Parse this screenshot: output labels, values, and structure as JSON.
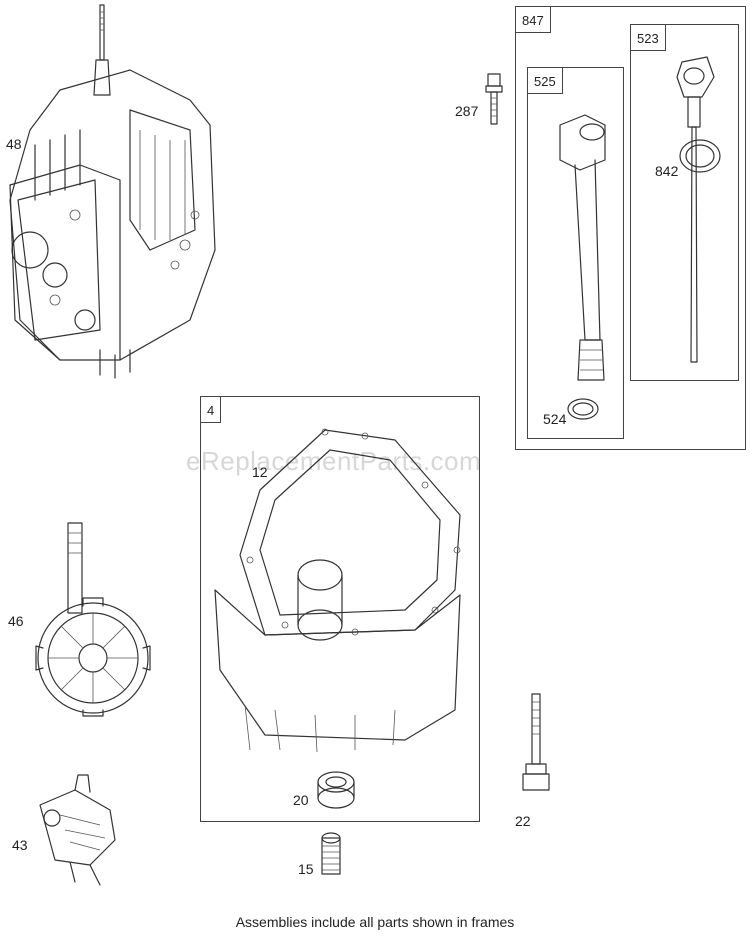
{
  "watermark": "eReplacementParts.com",
  "footer_note": "Assemblies include all parts shown in frames",
  "frames": {
    "f847": "847",
    "f525": "525",
    "f523": "523",
    "f4": "4"
  },
  "callouts": {
    "p48": "48",
    "p287": "287",
    "p842": "842",
    "p524": "524",
    "p12": "12",
    "p46": "46",
    "p20": "20",
    "p22": "22",
    "p43": "43",
    "p15": "15"
  }
}
